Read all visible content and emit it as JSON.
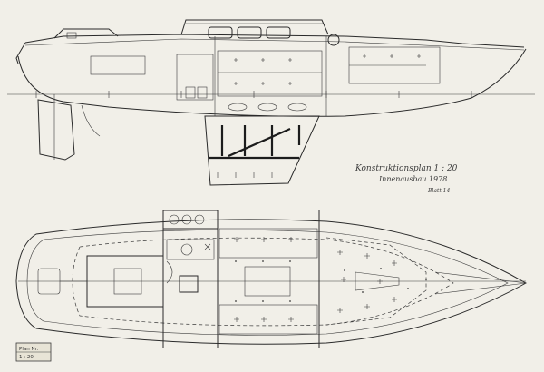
{
  "sheet": {
    "paper_color": "#f1efe8",
    "ink_color": "#2a2a2a"
  },
  "title_block": {
    "line1": "Konstruktionsplan 1 : 20",
    "line2": "Innenausbau 1978",
    "line3": "Blatt 14"
  },
  "stamp": {
    "line1": "Plan Nr.",
    "line2": "1 : 20"
  }
}
